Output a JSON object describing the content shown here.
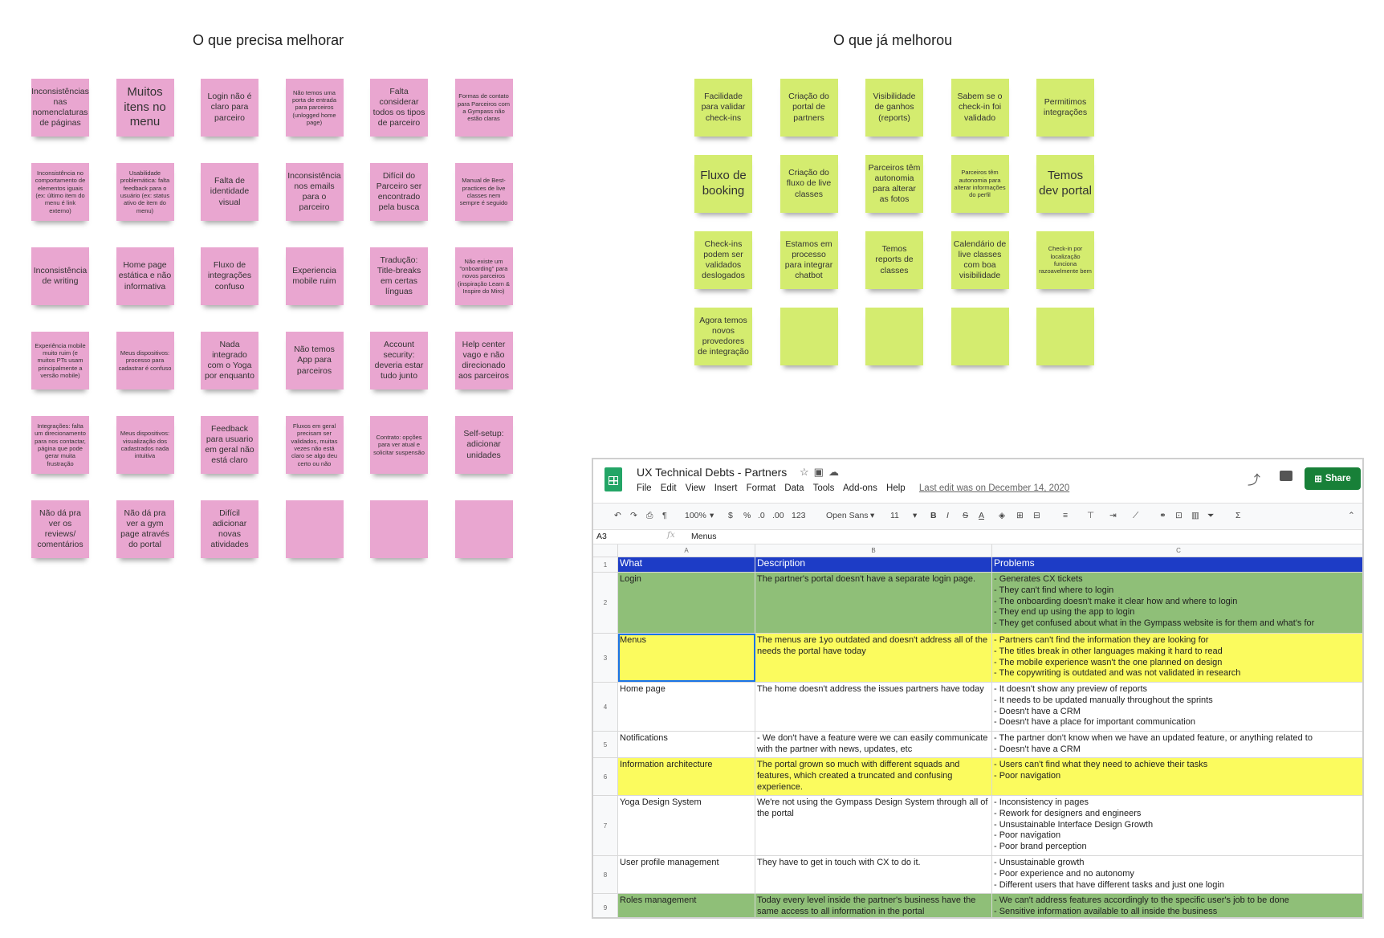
{
  "boards": {
    "left_title": "O que precisa melhorar",
    "right_title": "O que já melhorou"
  },
  "colors": {
    "pink_sticky": "#e9a6d0",
    "green_sticky": "#d4ec6f",
    "header_blue": "#1d3cc6",
    "row_green": "#8fbf78",
    "row_yellow": "#fbfb5e",
    "share_green": "#188038"
  },
  "pink_stickies": [
    "Inconsistências nas nomenclaturas de páginas",
    "Muitos itens no menu",
    "Login não é claro para parceiro",
    "Não temos uma porta de entrada para parceiros (unlogged home page)",
    "Falta considerar todos os tipos de parceiro",
    "Formas de contato para Parceiros com a Gympass não estão claras",
    "Inconsistência no comportamento de elementos iguais (ex: último item do menu é link externo)",
    "Usabilidade problemática: falta feedback para o usuário (ex: status ativo de item do menu)",
    "Falta de identidade visual",
    "Inconsistência nos emails para o parceiro",
    "Difícil do Parceiro ser encontrado pela busca",
    "Manual de Best-practices de live classes nem sempre é seguido",
    "Inconsistência de writing",
    "Home page estática e não informativa",
    "Fluxo de integrações confuso",
    "Experiencia mobile ruim",
    "Tradução: Title-breaks em certas línguas",
    "Não existe um \"onboarding\" para novos parceiros (inspiração Learn & Inspire do Miro)",
    "Experiência mobile muito ruim (e muitos PTs usam principalmente a versão mobile)",
    "Meus dispositivos: processo para cadastrar é confuso",
    "Nada integrado com o Yoga por enquanto",
    "Não temos App para parceiros",
    "Account security: deveria estar tudo junto",
    "Help center vago e não direcionado aos parceiros",
    "Integrações: falta um direcionamento para nos contactar, página que pode gerar muita frustração",
    "Meus dispositivos: visualização dos cadastrados nada intuitiva",
    "Feedback para usuario em geral não está claro",
    "Fluxos em geral precisam ser validados, muitas vezes não está claro se algo deu certo ou não",
    "Contrato: opções para ver atual e solicitar suspensão",
    "Self-setup: adicionar unidades",
    "Não dá pra ver os reviews/ comentários",
    "Não dá pra ver a gym page através do portal",
    "Difícil adicionar novas atividades",
    "",
    "",
    ""
  ],
  "green_stickies": [
    "Facilidade para validar check-ins",
    "Criação do portal de partners",
    "Visibilidade de ganhos (reports)",
    "Sabem se o check-in foi validado",
    "Permitimos integrações",
    "Fluxo de booking",
    "Criação do fluxo de live classes",
    "Parceiros têm autonomia para alterar as fotos",
    "Parceiros têm autonomia para alterar informações do perfil",
    "Temos dev portal",
    "Check-ins podem ser validados deslogados",
    "Estamos em processo para integrar chatbot",
    "Temos reports de classes",
    "Calendário de live classes com boa visibilidade",
    "Check-in por localização funciona razoavelmente bem",
    "Agora temos novos provedores de integração",
    "",
    "",
    "",
    ""
  ],
  "sheet": {
    "title": "UX Technical Debts - Partners",
    "menu": [
      "File",
      "Edit",
      "View",
      "Insert",
      "Format",
      "Data",
      "Tools",
      "Add-ons",
      "Help"
    ],
    "last_edit": "Last edit was on December 14, 2020",
    "share_label": "Share",
    "toolbar": {
      "zoom": "100%",
      "currency": "$",
      "percent": "%",
      "dec_less": ".0",
      "dec_more": ".00",
      "format": "123",
      "font": "Open Sans",
      "size": "11",
      "bold": "B",
      "italic": "I",
      "strike": "S",
      "color": "A",
      "sum": "Σ"
    },
    "name_box": "A3",
    "fx": "fx",
    "formula_value": "Menus",
    "col_headers": [
      "A",
      "B",
      "C"
    ],
    "header": {
      "row": "1",
      "what": "What",
      "description": "Description",
      "problems": "Problems"
    },
    "rows": [
      {
        "num": "2",
        "what": "Login",
        "description": "The partner's portal doesn't have a separate login page.",
        "problems": [
          "- Generates CX tickets",
          "- They can't find where to login",
          "- The onboarding doesn't make it clear how and where to login",
          "- They end up using the app to login",
          "- They get confused about what in the Gympass website is for them and what's for"
        ]
      },
      {
        "num": "3",
        "what": "Menus",
        "description": "The menus are 1yo outdated and doesn't address all of the needs the portal have today",
        "problems": [
          "- Partners can't find the information they are looking for",
          "- The titles break in other languages making it hard to read",
          "- The mobile experience wasn't the one planned on design",
          "- The copywriting is outdated and was not validated in research"
        ]
      },
      {
        "num": "4",
        "what": "Home page",
        "description": "The home doesn't address the issues partners have today",
        "problems": [
          "- It doesn't show any preview of reports",
          "- It needs to be updated manually throughout the sprints",
          "- Doesn't have a CRM",
          "- Doesn't have a place for important communication"
        ]
      },
      {
        "num": "5",
        "what": "Notifications",
        "description": "- We don't have a feature were we can easily communicate with the partner with news, updates, etc",
        "problems": [
          "- The partner don't know when we have an updated feature, or anything related to",
          "- Doesn't have a CRM"
        ]
      },
      {
        "num": "6",
        "what": "Information architecture",
        "description": "The portal grown so much with different squads and features, which created a truncated and confusing experience.",
        "problems": [
          "- Users can't find what they need to achieve their tasks",
          "- Poor navigation"
        ]
      },
      {
        "num": "7",
        "what": "Yoga Design System",
        "description": "We're not using the Gympass Design System through all of the portal",
        "problems": [
          "- Inconsistency in pages",
          "- Rework for designers and engineers",
          "- Unsustainable Interface Design Growth",
          "- Poor navigation",
          "- Poor brand perception"
        ]
      },
      {
        "num": "8",
        "what": "User profile management",
        "description": "They have to get in touch with CX to do it.",
        "problems": [
          "- Unsustainable growth",
          "- Poor experience and no autonomy",
          "- Different users that have different tasks and just one login"
        ]
      },
      {
        "num": "9",
        "what": "Roles management",
        "description": "Today every level inside the partner's business have the same access to all information in the portal",
        "problems": [
          "- We can't address features accordingly to the specific user's job to be done",
          "- Sensitive information available to all inside the business"
        ]
      }
    ]
  }
}
